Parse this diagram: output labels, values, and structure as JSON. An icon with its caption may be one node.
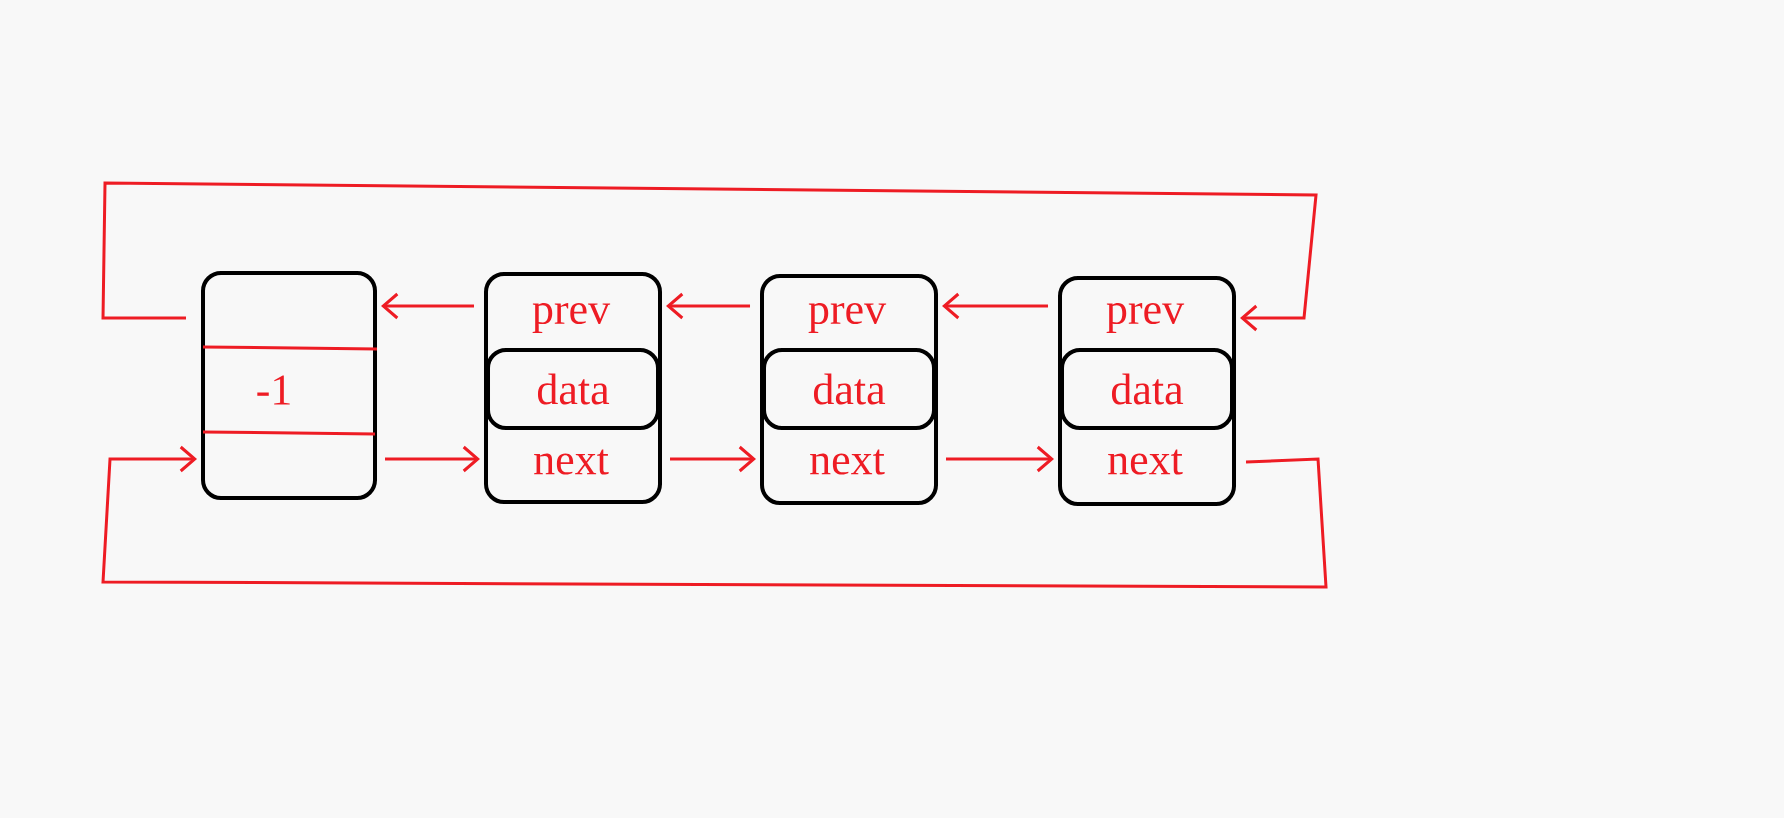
{
  "diagram": {
    "nodes": [
      {
        "text": [
          "-1"
        ]
      },
      {
        "text": [
          "prev",
          "next"
        ]
      },
      {
        "text": [
          "data"
        ],
        "in": 1
      },
      {
        "text": [
          "prev",
          "next"
        ]
      },
      {
        "text": [
          "data"
        ],
        "in": 3
      },
      {
        "text": [
          "prev",
          "next"
        ]
      },
      {
        "text": [
          "data"
        ],
        "in": 5
      }
    ],
    "edges": [
      {
        "from": 1,
        "to": 0,
        "arrow": "to"
      },
      {
        "from": 3,
        "to": 1,
        "arrow": "to"
      },
      {
        "from": 5,
        "to": 3,
        "arrow": "to"
      },
      {
        "from": 0,
        "to": 5,
        "arrow": "to"
      },
      {
        "from": 0,
        "to": 1,
        "arrow": "to"
      },
      {
        "from": 1,
        "to": 3,
        "arrow": "to"
      },
      {
        "from": 3,
        "to": 5,
        "arrow": "to"
      },
      {
        "from": 5,
        "to": 0,
        "arrow": "to"
      }
    ]
  }
}
